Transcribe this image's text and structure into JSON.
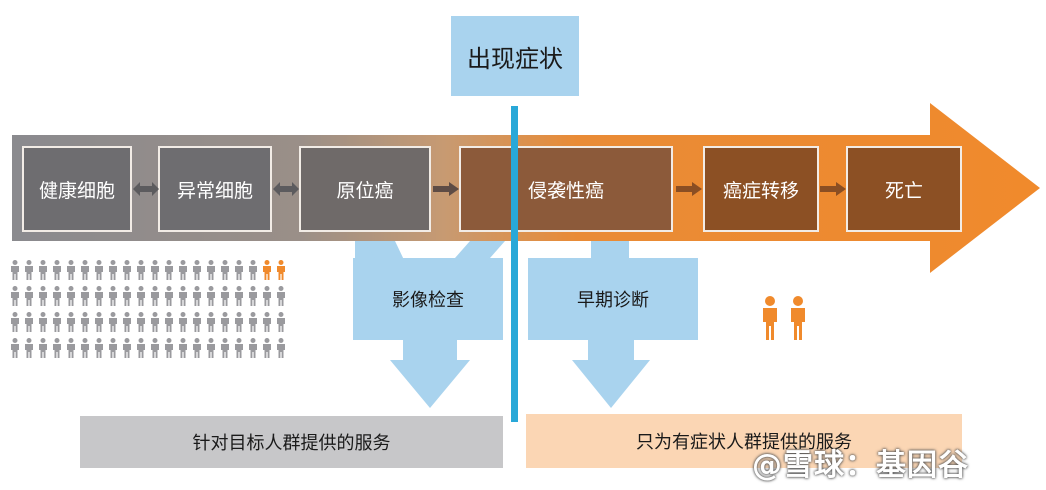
{
  "header": {
    "label": "出现症状"
  },
  "stages": [
    {
      "label": "健康细胞"
    },
    {
      "label": "异常细胞"
    },
    {
      "label": "原位癌"
    },
    {
      "label": "侵袭性癌"
    },
    {
      "label": "癌症转移"
    },
    {
      "label": "死亡"
    }
  ],
  "detection": [
    {
      "label": "影像检查"
    },
    {
      "label": "早期诊断"
    }
  ],
  "services": [
    {
      "label": "针对目标人群提供的服务"
    },
    {
      "label": "只为有症状人群提供的服务"
    }
  ],
  "watermark": {
    "label": "@雪球：基因谷"
  },
  "colors": {
    "gray": "#8a8a8e",
    "orange": "#f08a2c",
    "blue_line": "#29a8d8",
    "light_blue": "#a9d3ee",
    "bottom_gray": "#c7c7c9",
    "bottom_orange": "#fbd6b4"
  }
}
